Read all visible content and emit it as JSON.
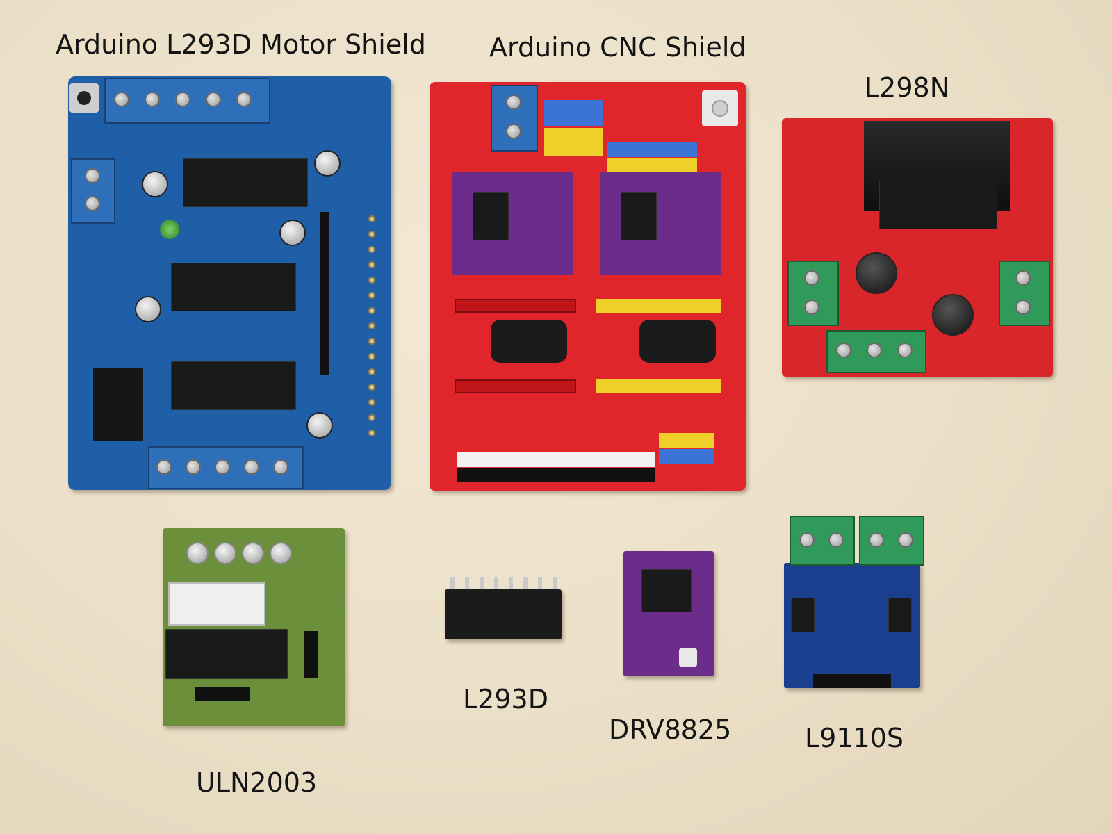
{
  "labels": {
    "l293d_shield": "Arduino L293D Motor Shield",
    "cnc_shield": "Arduino CNC Shield",
    "l298n": "L298N",
    "uln2003": "ULN2003",
    "l293d": "L293D",
    "drv8825": "DRV8825",
    "l9110s": "L9110S"
  },
  "colors": {
    "background": "#ece1cc",
    "blue_board": "#1f5fa8",
    "red_board": "#e0262a",
    "green_board": "#6b8f3a",
    "purple_board": "#6b2c8a",
    "navy_board": "#1b3f8f",
    "terminal_blue": "#2d6fb8",
    "terminal_green": "#2f9a5a"
  }
}
